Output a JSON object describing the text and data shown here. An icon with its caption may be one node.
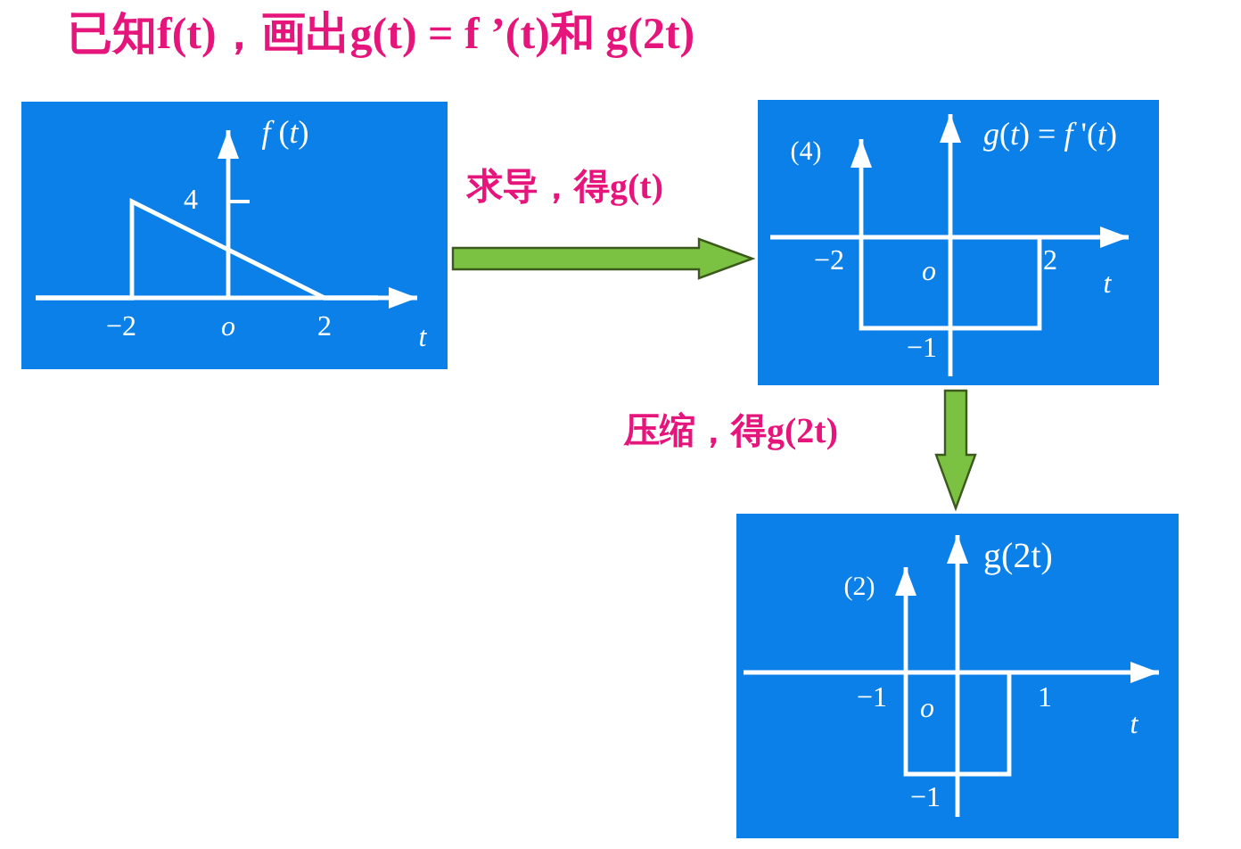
{
  "diagram": {
    "title": "已知f(t)，画出g(t) = f ’(t)和 g(2t)",
    "nodes": [
      {
        "text": [
          "*f* (*t*)",
          "4",
          "−2",
          "o",
          "2",
          "t"
        ]
      },
      {
        "text": [
          "(4)",
          "*g*(*t*) = *f* '(*t*)",
          "−2",
          "o",
          "2",
          "t",
          "−1"
        ]
      },
      {
        "text": [
          "(2)",
          "g(2t)",
          "−1",
          "o",
          "1",
          "t",
          "−1"
        ]
      }
    ],
    "edges": [
      {
        "from": 0,
        "to": 1,
        "arrow": "to",
        "label": "求导，得g(t)"
      },
      {
        "from": 1,
        "to": 2,
        "arrow": "to",
        "label": "压缩，得g(2t)"
      }
    ]
  }
}
